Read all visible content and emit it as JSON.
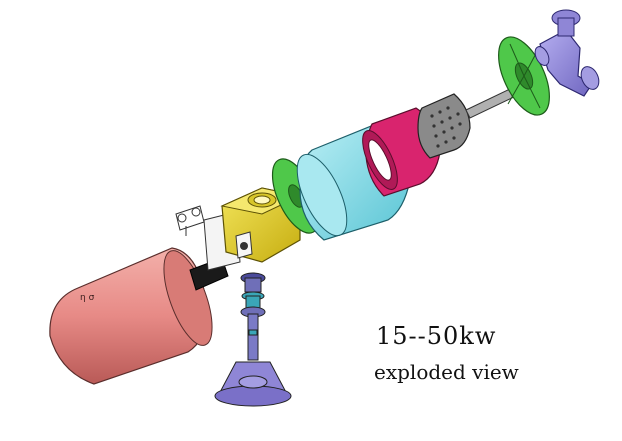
{
  "caption": {
    "power_range": "15--50kw",
    "view_label": "exploded view"
  },
  "colors": {
    "generator_tank": "#e78a86",
    "gearbox": "#e6d21e",
    "disc_green": "#4fc84a",
    "drum_cyan": "#7fd9e6",
    "ring_magenta": "#d9246e",
    "bearing_grey": "#8a8a8a",
    "hub_lavender": "#8f86d6",
    "stand_blue": "#6f6fb8",
    "coupling_teal": "#3aa6b8"
  },
  "icons": [
    "exploded-assembly-drawing"
  ]
}
